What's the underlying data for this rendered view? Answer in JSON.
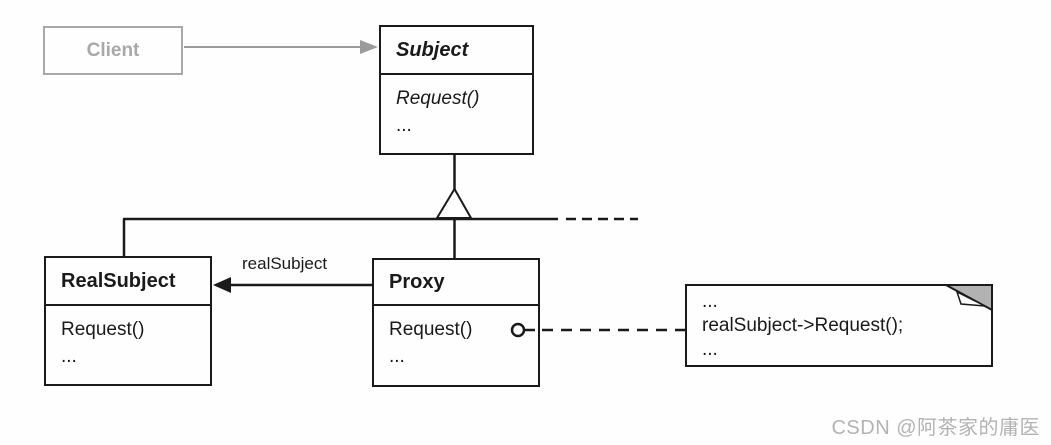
{
  "classes": {
    "client": {
      "name": "Client"
    },
    "subject": {
      "name": "Subject",
      "methods": [
        "Request()",
        "..."
      ]
    },
    "realsubject": {
      "name": "RealSubject",
      "methods": [
        "Request()",
        "..."
      ]
    },
    "proxy": {
      "name": "Proxy",
      "methods": [
        "Request()",
        "..."
      ]
    }
  },
  "labels": {
    "realsubject_ref": "realSubject"
  },
  "note": {
    "lines": [
      "...",
      "realSubject->Request();",
      "..."
    ]
  },
  "watermark": "CSDN @阿茶家的庸医",
  "colors": {
    "line": "#1a1a1a",
    "ghost": "#a8a8a8",
    "ghost_arrow": "#9b9b9b",
    "note_fold": "#b2b2b2",
    "watermark": "#b3b3b3",
    "background": "#fefefe"
  }
}
